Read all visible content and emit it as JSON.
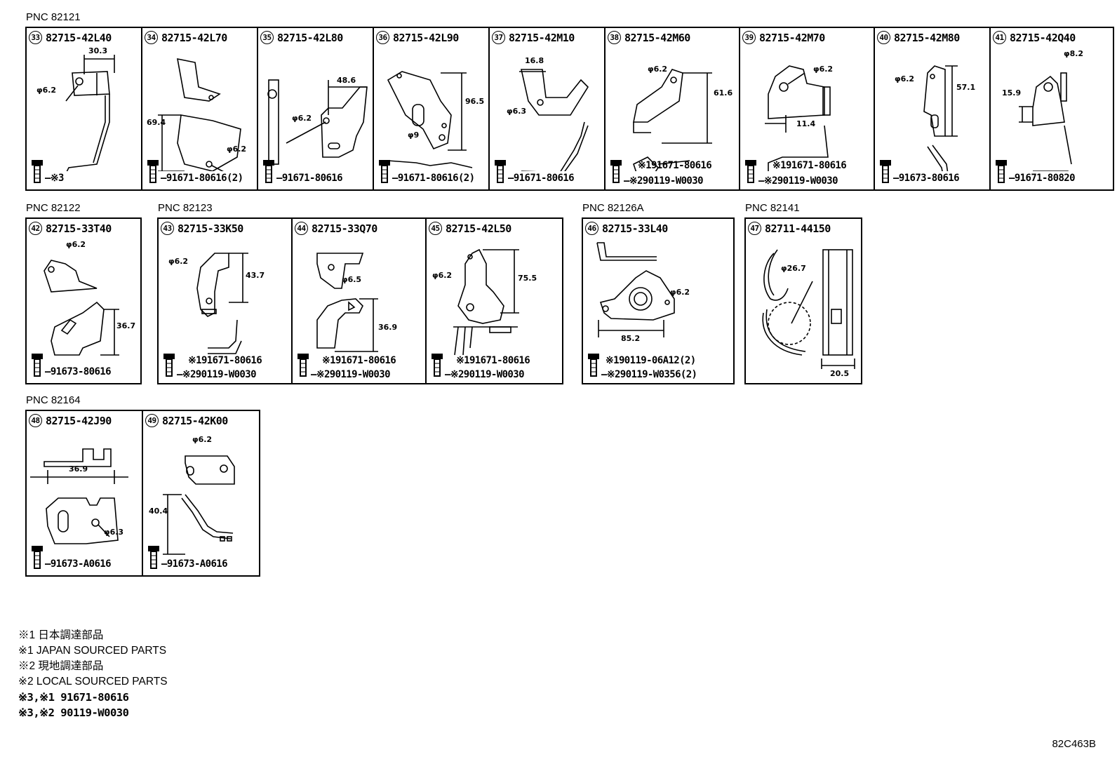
{
  "pnc_groups": [
    {
      "pnc": "PNC 82121",
      "parts": [
        {
          "num": "33",
          "part_no": "82715-42L40",
          "dims": [
            "30.3",
            "φ6.2"
          ],
          "bolt_lines": [
            "—※3"
          ]
        },
        {
          "num": "34",
          "part_no": "82715-42L70",
          "dims": [
            "69.4",
            "φ6.2"
          ],
          "bolt_lines": [
            "—91671-80616(2)"
          ]
        },
        {
          "num": "35",
          "part_no": "82715-42L80",
          "dims": [
            "48.6",
            "φ6.2"
          ],
          "bolt_lines": [
            "—91671-80616"
          ]
        },
        {
          "num": "36",
          "part_no": "82715-42L90",
          "dims": [
            "96.5",
            "φ9"
          ],
          "bolt_lines": [
            "—91671-80616(2)"
          ]
        },
        {
          "num": "37",
          "part_no": "82715-42M10",
          "dims": [
            "16.8",
            "φ6.3"
          ],
          "bolt_lines": [
            "—91671-80616"
          ]
        },
        {
          "num": "38",
          "part_no": "82715-42M60",
          "dims": [
            "φ6.2",
            "61.6"
          ],
          "bolt_lines": [
            "※191671-80616",
            "—※290119-W0030"
          ]
        },
        {
          "num": "39",
          "part_no": "82715-42M70",
          "dims": [
            "φ6.2",
            "11.4"
          ],
          "bolt_lines": [
            "※191671-80616",
            "—※290119-W0030"
          ]
        },
        {
          "num": "40",
          "part_no": "82715-42M80",
          "dims": [
            "φ6.2",
            "57.1"
          ],
          "bolt_lines": [
            "—91673-80616"
          ]
        },
        {
          "num": "41",
          "part_no": "82715-42Q40",
          "dims": [
            "φ8.2",
            "15.9"
          ],
          "bolt_lines": [
            "—91671-80820"
          ]
        }
      ]
    },
    {
      "pnc": "PNC 82122",
      "parts": [
        {
          "num": "42",
          "part_no": "82715-33T40",
          "dims": [
            "φ6.2",
            "36.7"
          ],
          "bolt_lines": [
            "—91673-80616"
          ]
        }
      ]
    },
    {
      "pnc": "PNC 82123",
      "parts": [
        {
          "num": "43",
          "part_no": "82715-33K50",
          "dims": [
            "φ6.2",
            "43.7"
          ],
          "bolt_lines": [
            "※191671-80616",
            "—※290119-W0030"
          ]
        },
        {
          "num": "44",
          "part_no": "82715-33Q70",
          "dims": [
            "φ6.5",
            "36.9"
          ],
          "bolt_lines": [
            "※191671-80616",
            "—※290119-W0030"
          ]
        },
        {
          "num": "45",
          "part_no": "82715-42L50",
          "dims": [
            "φ6.2",
            "75.5"
          ],
          "bolt_lines": [
            "※191671-80616",
            "—※290119-W0030"
          ]
        }
      ]
    },
    {
      "pnc": "PNC 82126A",
      "parts": [
        {
          "num": "46",
          "part_no": "82715-33L40",
          "dims": [
            "φ6.2",
            "85.2"
          ],
          "bolt_lines": [
            "※190119-06A12(2)",
            "—※290119-W0356(2)"
          ]
        }
      ]
    },
    {
      "pnc": "PNC 82141",
      "parts": [
        {
          "num": "47",
          "part_no": "82711-44150",
          "dims": [
            "φ26.7",
            "20.5"
          ],
          "bolt_lines": []
        }
      ]
    },
    {
      "pnc": "PNC 82164",
      "parts": [
        {
          "num": "48",
          "part_no": "82715-42J90",
          "dims": [
            "36.9",
            "φ6.3"
          ],
          "bolt_lines": [
            "—91673-A0616"
          ]
        },
        {
          "num": "49",
          "part_no": "82715-42K00",
          "dims": [
            "φ6.2",
            "40.4"
          ],
          "bolt_lines": [
            "—91673-A0616"
          ]
        }
      ]
    }
  ],
  "notes": [
    "※1 日本調達部品",
    "※1 JAPAN SOURCED PARTS",
    "※2 現地調達部品",
    "※2 LOCAL SOURCED PARTS",
    "※3,※1 91671-80616",
    "※3,※2 90119-W0030"
  ],
  "diagram_code": "82C463B"
}
